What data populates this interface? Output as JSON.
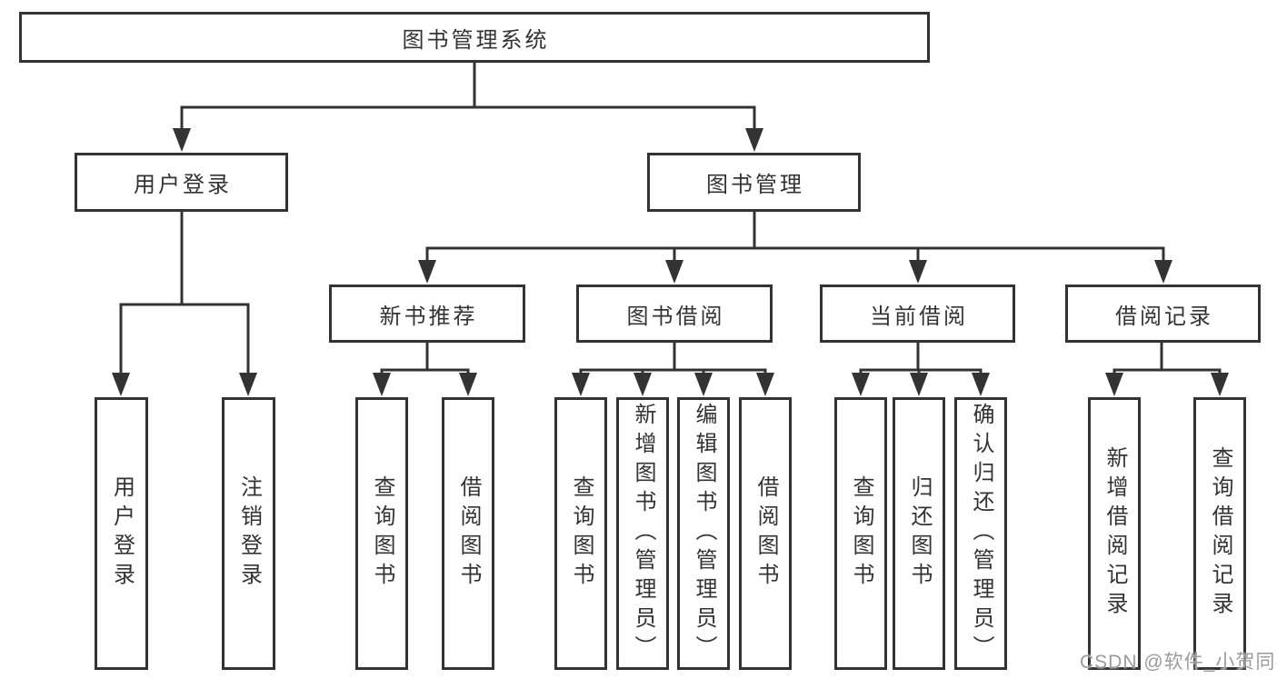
{
  "canvas": {
    "background_color": "#ffffff",
    "line_color": "#333333",
    "text_color": "#333333",
    "watermark_color": "#9b9b9b"
  },
  "watermark": "CSDN @软件_小贺同学",
  "tree": {
    "label": "图书管理系统",
    "children": [
      {
        "label": "用户登录",
        "children": [
          {
            "label": "用户登录"
          },
          {
            "label": "注销登录"
          }
        ]
      },
      {
        "label": "图书管理",
        "children": [
          {
            "label": "新书推荐",
            "children": [
              {
                "label": "查询图书"
              },
              {
                "label": "借阅图书"
              }
            ]
          },
          {
            "label": "图书借阅",
            "children": [
              {
                "label": "查询图书"
              },
              {
                "label": "新增图书（管理员）"
              },
              {
                "label": "编辑图书（管理员）"
              },
              {
                "label": "借阅图书"
              }
            ]
          },
          {
            "label": "当前借阅",
            "children": [
              {
                "label": "查询图书"
              },
              {
                "label": "归还图书"
              },
              {
                "label": "确认归还（管理员）"
              }
            ]
          },
          {
            "label": "借阅记录",
            "children": [
              {
                "label": "新增借阅记录"
              },
              {
                "label": "查询借阅记录"
              }
            ]
          }
        ]
      }
    ]
  }
}
